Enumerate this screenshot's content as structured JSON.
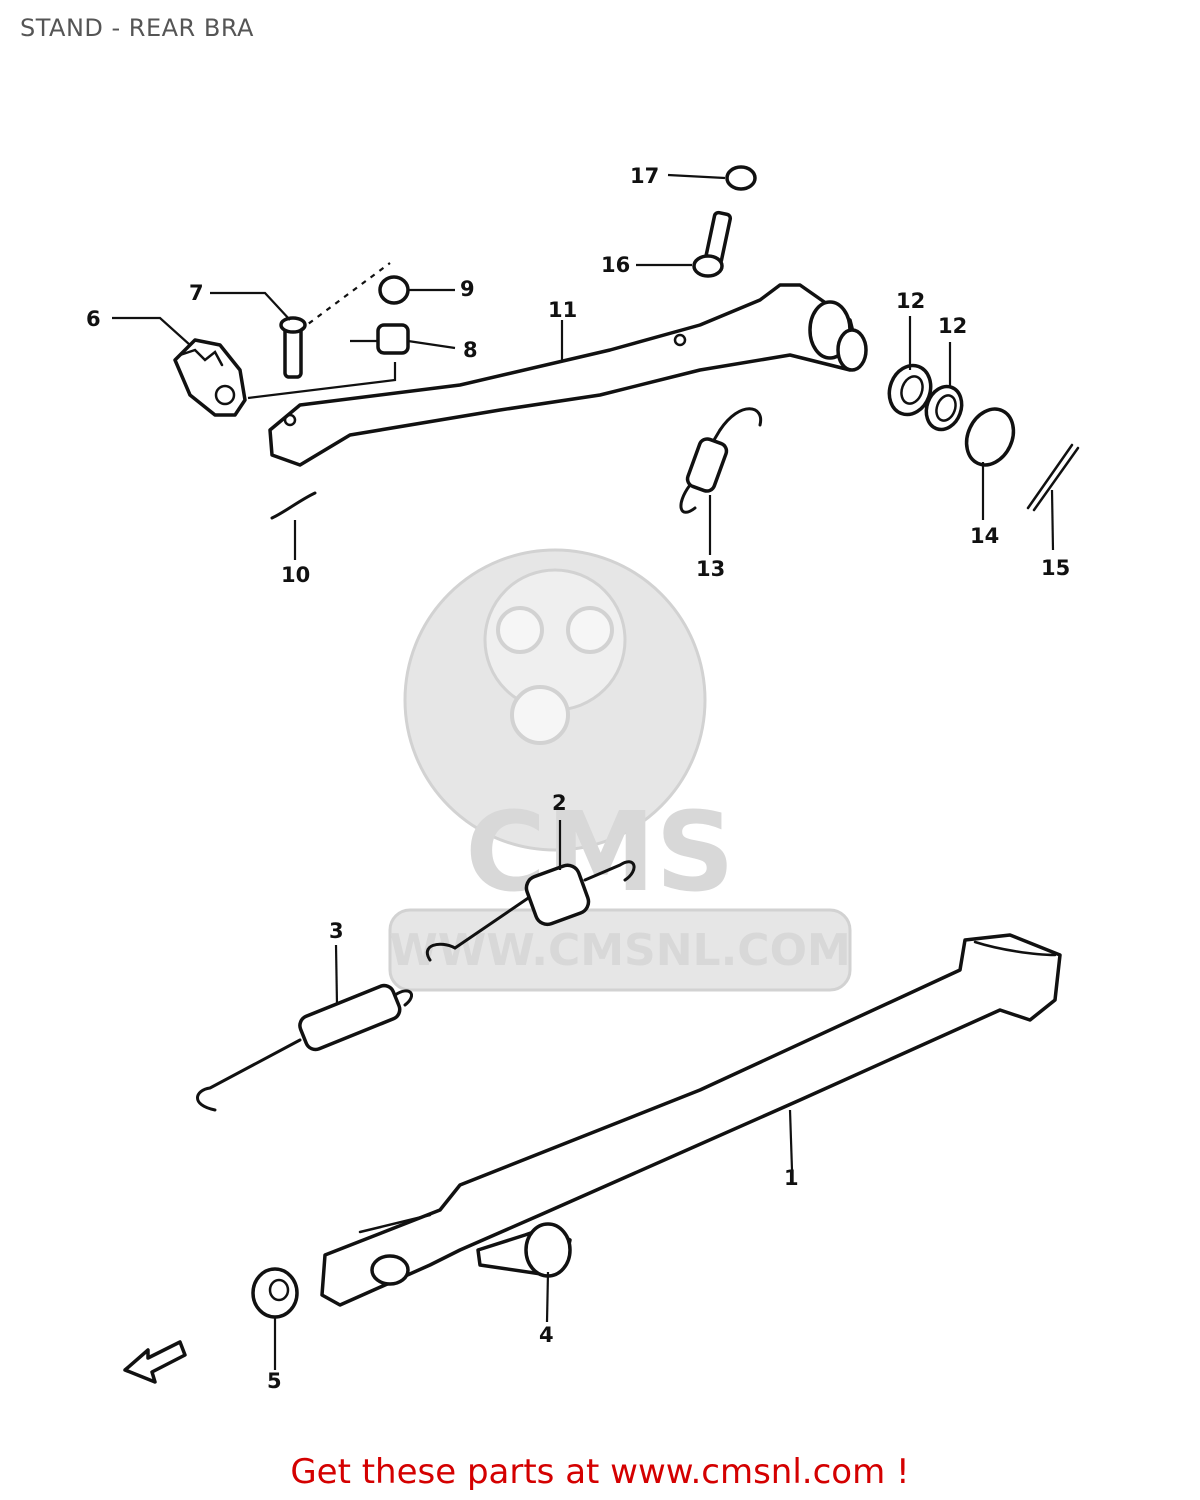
{
  "title": "STAND - REAR BRA",
  "callouts": [
    "1",
    "2",
    "3",
    "4",
    "5",
    "6",
    "7",
    "8",
    "9",
    "10",
    "11",
    "12",
    "12",
    "13",
    "14",
    "15",
    "16",
    "17"
  ],
  "watermark": {
    "logo_text": "CMS",
    "url_text": "WWW.CMSNL.COM"
  },
  "footer": "Get these parts at www.cmsnl.com !",
  "colors": {
    "footer": "#d40000",
    "title": "#555555",
    "line_art": "#111111",
    "watermark": "#d8d8d8"
  }
}
